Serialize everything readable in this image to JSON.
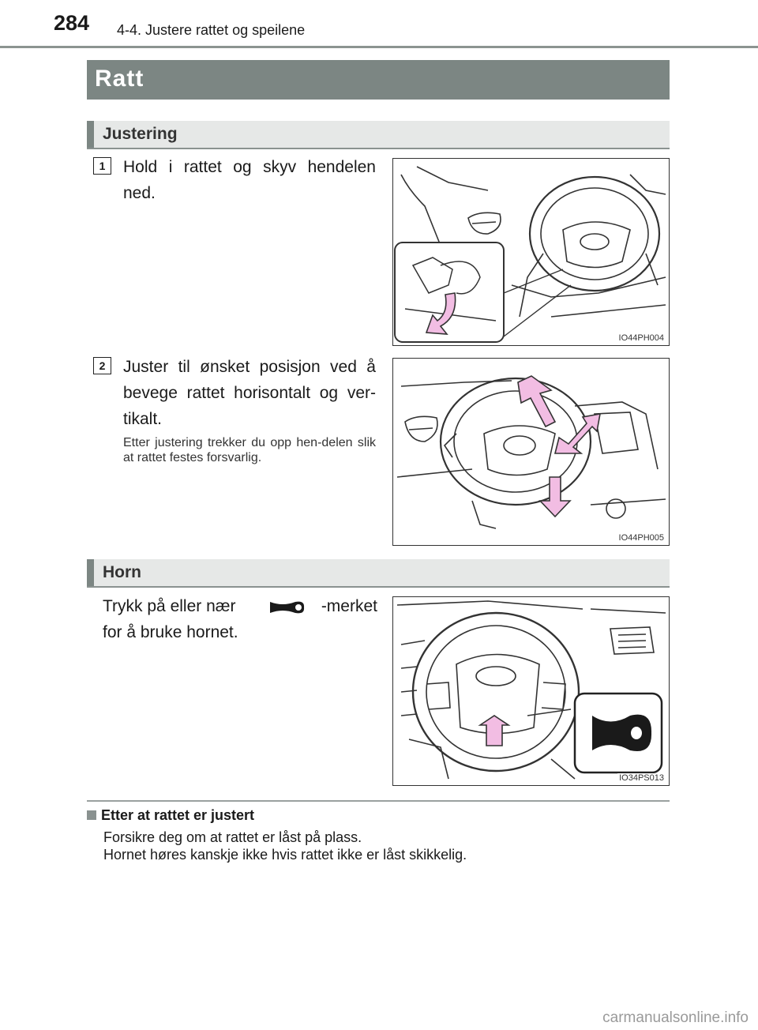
{
  "header": {
    "page_number": "284",
    "chapter": "4-4. Justere rattet og speilene"
  },
  "title": "Ratt",
  "adjust_section": {
    "heading": "Justering",
    "step1": {
      "number": "1",
      "text": "Hold i rattet og skyv hendelen ned.",
      "figure_code": "IO44PH004",
      "icons": [
        "steering-wheel-illustration",
        "lever-inset",
        "pink-down-arrow"
      ]
    },
    "step2": {
      "number": "2",
      "text": "Juster til ønsket posisjon ved å bevege rattet horisontalt og ver-tikalt.",
      "note": "Etter justering trekker du opp hen-delen slik at rattet festes forsvarlig.",
      "figure_code": "IO44PH005",
      "icons": [
        "steering-wheel-illustration",
        "pink-double-arrow"
      ]
    }
  },
  "horn_section": {
    "heading": "Horn",
    "text_before": "Trykk på eller nær",
    "text_after": "-merket",
    "text_line2": "for å bruke hornet.",
    "icon": "horn-icon",
    "figure_code": "IO34PS013"
  },
  "tip": {
    "title": "Etter at rattet er justert",
    "lines": [
      "Forsikre deg om at rattet er låst på plass.",
      "Hornet høres kanskje ikke hvis rattet ikke er låst skikkelig."
    ]
  },
  "watermark": "carmanualsonline.info",
  "colors": {
    "band": "#7c8683",
    "arrow_pink": "#f2bde3"
  }
}
